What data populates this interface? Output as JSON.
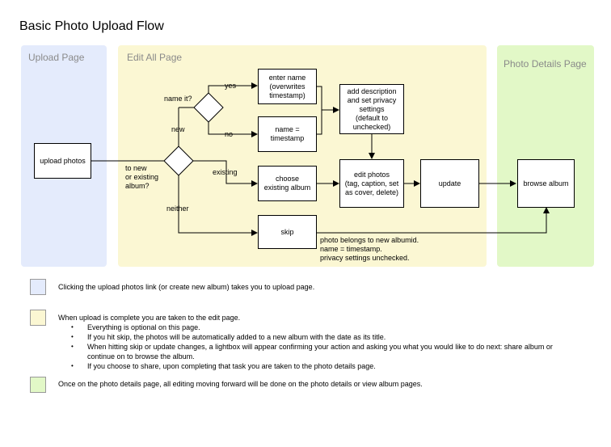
{
  "title": "Basic Photo Upload Flow",
  "lanes": {
    "upload": "Upload Page",
    "edit": "Edit All Page",
    "details": "Photo Details Page"
  },
  "colors": {
    "upload_lane": "#e4ebfc",
    "edit_lane": "#fbf7d3",
    "details_lane": "#e2f8c7",
    "line": "#000000"
  },
  "nodes": {
    "upload_photos": "upload photos",
    "enter_name": "enter name\n(overwrites\ntimestamp)",
    "name_timestamp": "name =\ntimestamp",
    "add_description": "add description\nand set privacy\nsettings\n(default to\nunchecked)",
    "choose_album": "choose\nexisting album",
    "edit_photos": "edit photos\n(tag, caption, set\nas cover, delete)",
    "update": "update",
    "browse_album": "browse album",
    "skip": "skip"
  },
  "edge_labels": {
    "name_it": "name it?",
    "yes": "yes",
    "no": "no",
    "new": "new",
    "to_new_or_existing": "to new\nor existing\nalbum?",
    "existing": "existing",
    "neither": "neither",
    "skip_note": "photo belongs to new albumid.\nname = timestamp.\nprivacy settings unchecked."
  },
  "legend": {
    "upload": "Clicking the upload photos link (or create new album) takes you to upload page.",
    "edit": "When upload is complete you are taken to the edit page.",
    "edit_bullets": [
      "Everything is optional on this page.",
      "If you hit skip, the photos will be automatically added to a new album with the date as its title.",
      "When hitting skip or update changes, a lightbox will appear confirming your action and asking you what you would like to do next: share album or continue on to browse the album.",
      "If you choose to share, upon completing that task you are taken to the photo details page."
    ],
    "details": "Once on the photo details page, all editing moving forward will be done on the photo details or view album pages."
  }
}
